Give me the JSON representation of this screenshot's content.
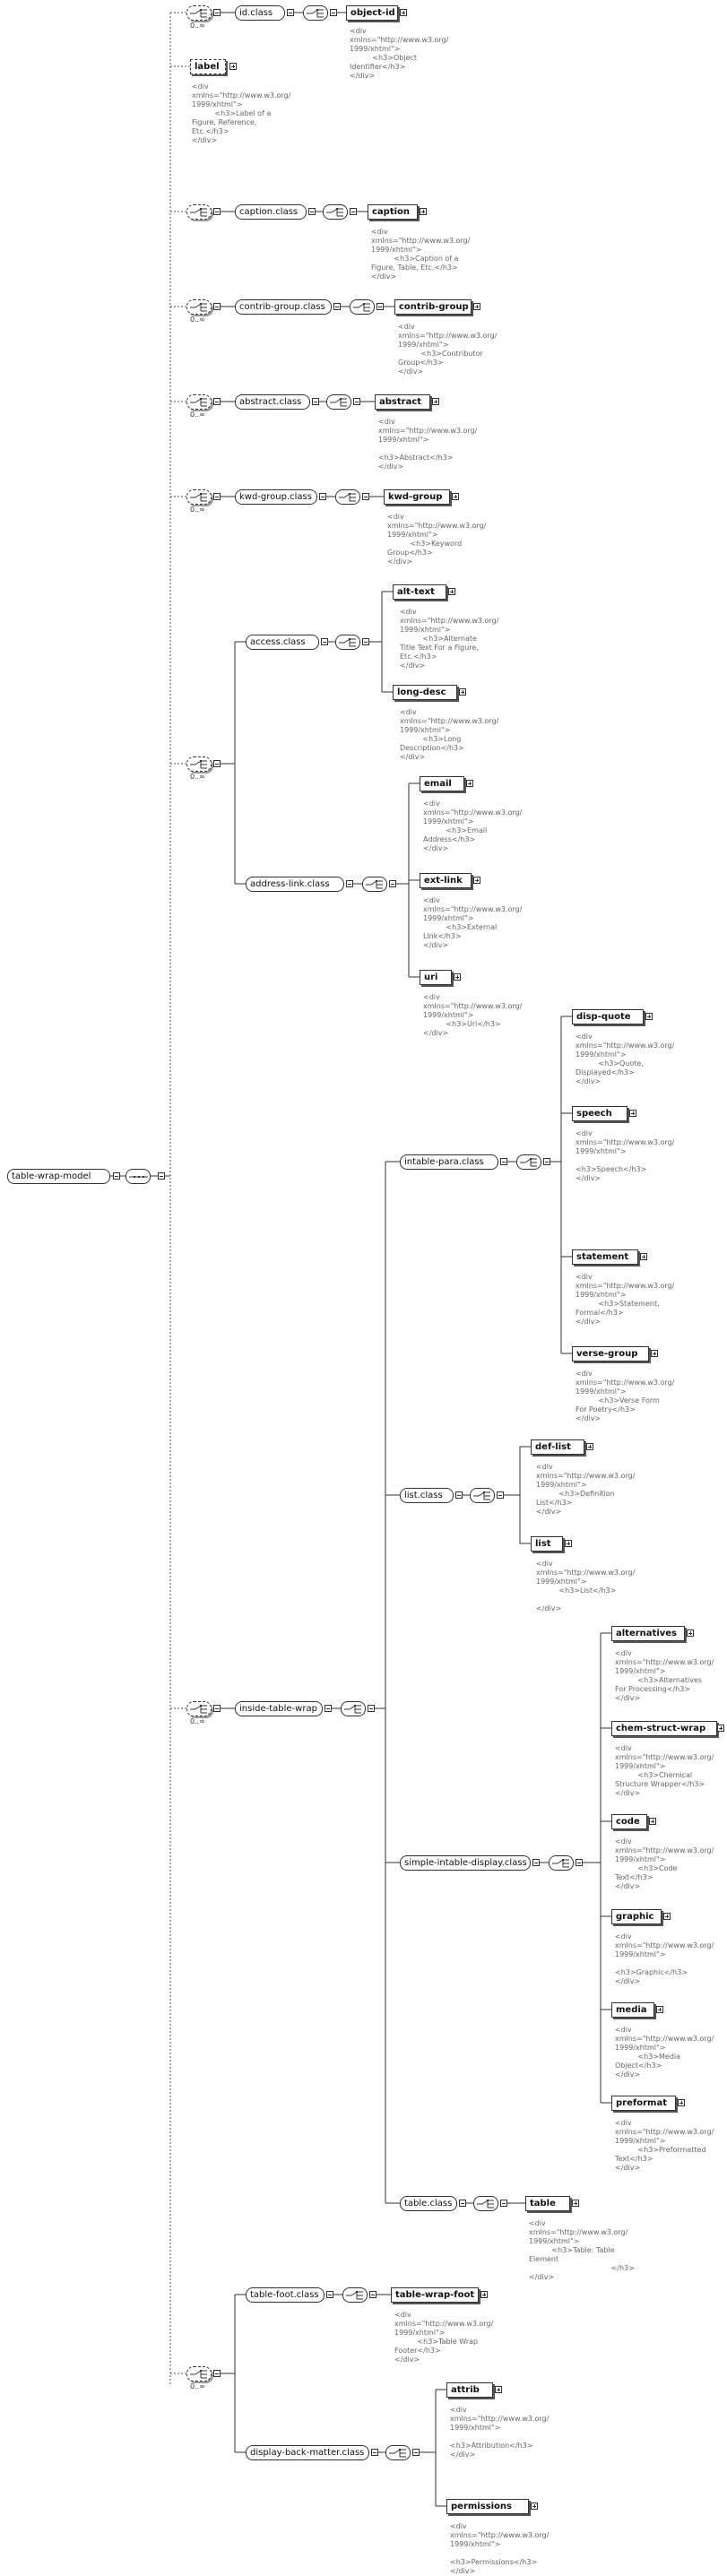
{
  "root": {
    "label": "table-wrap-model"
  },
  "cardinality_zero_many": "0..∞",
  "nodes": {
    "id_class": "id.class",
    "object_id": "object-id",
    "label": "label",
    "caption_class": "caption.class",
    "caption": "caption",
    "contrib_group_class": "contrib-group.class",
    "contrib_group": "contrib-group",
    "abstract_class": "abstract.class",
    "abstract": "abstract",
    "kwd_group_class": "kwd-group.class",
    "kwd_group": "kwd-group",
    "access_class": "access.class",
    "alt_text": "alt-text",
    "long_desc": "long-desc",
    "address_link_class": "address-link.class",
    "email": "email",
    "ext_link": "ext-link",
    "uri": "uri",
    "inside_table_wrap": "inside-table-wrap",
    "intable_para_class": "intable-para.class",
    "disp_quote": "disp-quote",
    "speech": "speech",
    "statement": "statement",
    "verse_group": "verse-group",
    "list_class": "list.class",
    "def_list": "def-list",
    "list": "list",
    "simple_intable_display_class": "simple-intable-display.class",
    "alternatives": "alternatives",
    "chem_struct_wrap": "chem-struct-wrap",
    "code": "code",
    "graphic": "graphic",
    "media": "media",
    "preformat": "preformat",
    "table_class": "table.class",
    "table": "table",
    "table_foot_class": "table-foot.class",
    "table_wrap_foot": "table-wrap-foot",
    "display_back_matter_class": "display-back-matter.class",
    "attrib": "attrib",
    "permissions": "permissions"
  },
  "docs": {
    "object_id": "<div\nxmlns=\"http://www.w3.org/\n1999/xhtml\">\n          <h3>Object\nIdentifier</h3>\n</div>",
    "label": "<div\nxmlns=\"http://www.w3.org/\n1999/xhtml\">\n          <h3>Label of a\nFigure, Reference,\nEtc.</h3>\n</div>",
    "caption": "<div\nxmlns=\"http://www.w3.org/\n1999/xhtml\">\n          <h3>Caption of a\nFigure, Table, Etc.</h3>\n</div>",
    "contrib_group": "<div\nxmlns=\"http://www.w3.org/\n1999/xhtml\">\n          <h3>Contributor\nGroup</h3>\n</div>",
    "abstract": "<div\nxmlns=\"http://www.w3.org/\n1999/xhtml\">\n\n<h3>Abstract</h3>\n</div>",
    "kwd_group": "<div\nxmlns=\"http://www.w3.org/\n1999/xhtml\">\n          <h3>Keyword\nGroup</h3>\n</div>",
    "alt_text": "<div\nxmlns=\"http://www.w3.org/\n1999/xhtml\">\n          <h3>Alternate\nTitle Text For a Figure,\nEtc.</h3>\n</div>",
    "long_desc": "<div\nxmlns=\"http://www.w3.org/\n1999/xhtml\">\n          <h3>Long\nDescription</h3>\n</div>",
    "email": "<div\nxmlns=\"http://www.w3.org/\n1999/xhtml\">\n          <h3>Email\nAddress</h3>\n</div>",
    "ext_link": "<div\nxmlns=\"http://www.w3.org/\n1999/xhtml\">\n          <h3>External\nLink</h3>\n</div>",
    "uri": "<div\nxmlns=\"http://www.w3.org/\n1999/xhtml\">\n          <h3>Uri</h3>\n</div>",
    "disp_quote": "<div\nxmlns=\"http://www.w3.org/\n1999/xhtml\">\n          <h3>Quote,\nDisplayed</h3>\n</div>",
    "speech": "<div\nxmlns=\"http://www.w3.org/\n1999/xhtml\">\n\n<h3>Speech</h3>\n</div>",
    "statement": "<div\nxmlns=\"http://www.w3.org/\n1999/xhtml\">\n          <h3>Statement,\nFormal</h3>\n</div>",
    "verse_group": "<div\nxmlns=\"http://www.w3.org/\n1999/xhtml\">\n          <h3>Verse Form\nFor Poetry</h3>\n</div>",
    "def_list": "<div\nxmlns=\"http://www.w3.org/\n1999/xhtml\">\n          <h3>Definition\nList</h3>\n</div>",
    "list": "<div\nxmlns=\"http://www.w3.org/\n1999/xhtml\">\n          <h3>List</h3>\n\n</div>",
    "alternatives": "<div\nxmlns=\"http://www.w3.org/\n1999/xhtml\">\n          <h3>Alternatives\nFor Processing</h3>\n</div>",
    "chem_struct_wrap": "<div\nxmlns=\"http://www.w3.org/\n1999/xhtml\">\n          <h3>Chemical\nStructure Wrapper</h3>\n</div>",
    "code": "<div\nxmlns=\"http://www.w3.org/\n1999/xhtml\">\n          <h3>Code\nText</h3>\n</div>",
    "graphic": "<div\nxmlns=\"http://www.w3.org/\n1999/xhtml\">\n\n<h3>Graphic</h3>\n</div>",
    "media": "<div\nxmlns=\"http://www.w3.org/\n1999/xhtml\">\n          <h3>Media\nObject</h3>\n</div>",
    "preformat": "<div\nxmlns=\"http://www.w3.org/\n1999/xhtml\">\n          <h3>Preformatted\nText</h3>\n</div>",
    "table": "<div\nxmlns=\"http://www.w3.org/\n1999/xhtml\">\n          <h3>Table: Table\nElement\n                                    </h3>\n</div>",
    "table_wrap_foot": "<div\nxmlns=\"http://www.w3.org/\n1999/xhtml\">\n          <h3>Table Wrap\nFooter</h3>\n</div>",
    "attrib": "<div\nxmlns=\"http://www.w3.org/\n1999/xhtml\">\n\n<h3>Attribution</h3>\n</div>",
    "permissions": "<div\nxmlns=\"http://www.w3.org/\n1999/xhtml\">\n\n<h3>Permissions</h3>\n</div>"
  }
}
